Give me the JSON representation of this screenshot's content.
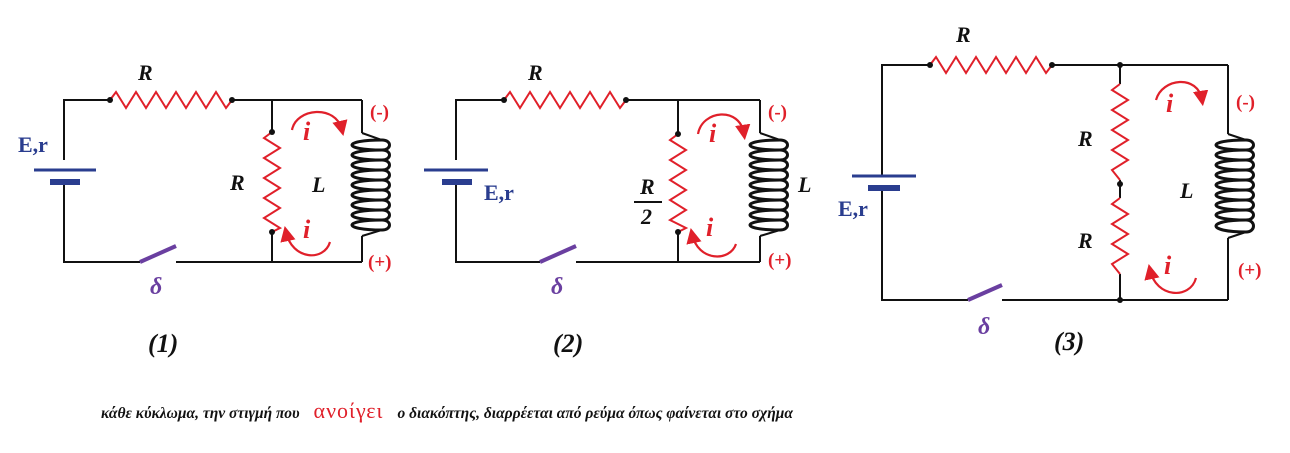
{
  "colors": {
    "wire": "#111111",
    "resistor": "#e0202a",
    "current": "#e0202a",
    "battery": "#2a3d8f",
    "switch": "#6a3fa0"
  },
  "circuits": [
    {
      "number": "(1)",
      "series_resistor": "R",
      "source": "E,r",
      "parallel_resistors": [
        "R"
      ],
      "inductor": "L",
      "current_labels": [
        "i",
        "i"
      ],
      "polarity_top": "(-)",
      "polarity_bottom": "(+)",
      "switch": "δ"
    },
    {
      "number": "(2)",
      "series_resistor": "R",
      "source": "E,r",
      "parallel_resistor_fraction": {
        "numerator": "R",
        "denominator": "2"
      },
      "inductor": "L",
      "current_labels": [
        "i",
        "i"
      ],
      "polarity_top": "(-)",
      "polarity_bottom": "(+)",
      "switch": "δ"
    },
    {
      "number": "(3)",
      "series_resistor": "R",
      "source": "E,r",
      "parallel_resistors": [
        "R",
        "R"
      ],
      "inductor": "L",
      "current_labels": [
        "i",
        "i"
      ],
      "polarity_top": "(-)",
      "polarity_bottom": "(+)",
      "switch": "δ"
    }
  ],
  "caption": {
    "before": "κάθε κύκλωμα, την στιγμή που",
    "highlight": "ανοίγει",
    "after": "ο διακόπτης,  διαρρέεται από ρεύμα   όπως φαίνεται στο σχήμα"
  }
}
